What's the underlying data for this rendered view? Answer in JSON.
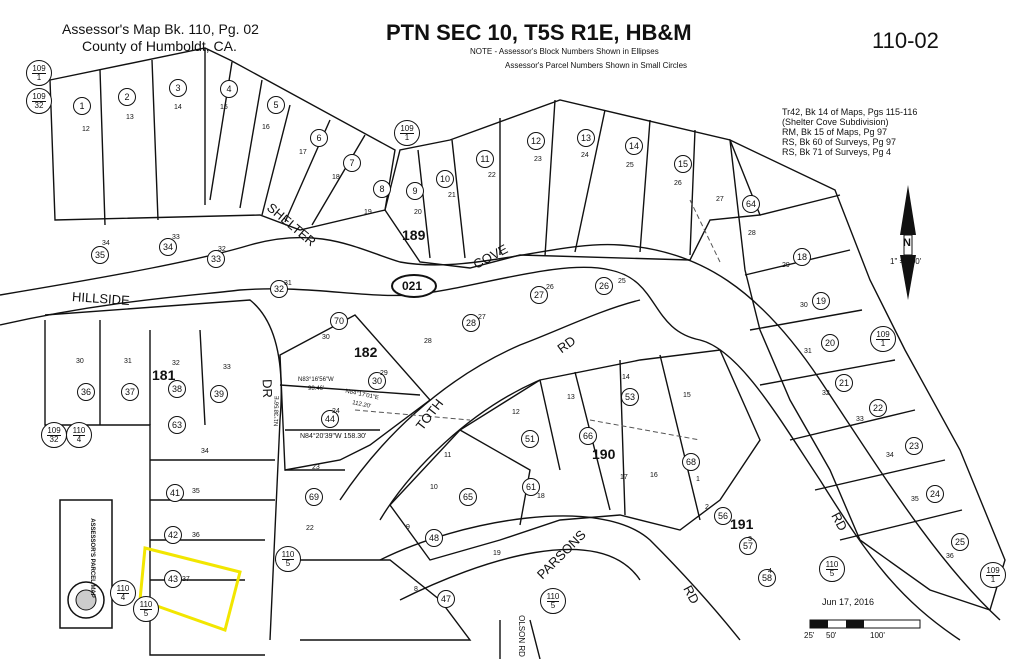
{
  "header": {
    "left_line1": "Assessor's Map Bk. 110, Pg. 02",
    "left_line2": "County of Humboldt, CA.",
    "title": "PTN SEC 10, T5S R1E, HB&M",
    "map_number": "110-02",
    "note_line1": "NOTE - Assessor's Block Numbers Shown in Ellipses",
    "note_line2": "Assessor's Parcel Numbers Shown in Small Circles"
  },
  "references": [
    "Tr42, Bk 14 of Maps, Pgs 115-116",
    "(Shelter Cove Subdivision)",
    "RM, Bk 15 of Maps, Pg 97",
    "RS, Bk 60 of Surveys, Pg 97",
    "RS, Bk 71 of Surveys, Pg 4"
  ],
  "streets": {
    "shelter": "SHELTER",
    "cove": "COVE",
    "hillside": "HILLSIDE",
    "dr": "DR",
    "toth": "TOTH",
    "rd_toth": "RD",
    "parsons": "PARSONS",
    "rd_parsons": "RD",
    "rd_east": "RD",
    "olson": "OLSON RD"
  },
  "block_ellipse": "021",
  "blocks": {
    "b189": "189",
    "b182": "182",
    "b181": "181",
    "b190": "190",
    "b191": "191"
  },
  "bearings": {
    "b1": "N83°16'56\"W",
    "b1d": "98.46'",
    "b2": "N84°17'01\"E",
    "b2d": "112.20'",
    "b3": "N84°20'39\"W 158.30'",
    "b4": "N1°38'56\"E"
  },
  "scale": {
    "north": "N",
    "ratio": "1\" = 100'",
    "s25": "25'",
    "s50": "50'",
    "s100": "100'"
  },
  "stamp": {
    "date": "Jun 17, 2016"
  },
  "legend_box": "ASSESSOR'S PARCEL MAP",
  "highlight_color": "#f2e600",
  "parcels": [
    {
      "id": "p1",
      "circle": "1",
      "lot": "12"
    },
    {
      "id": "p2",
      "circle": "2",
      "lot": "13"
    },
    {
      "id": "p3",
      "circle": "3",
      "lot": "14"
    },
    {
      "id": "p4",
      "circle": "4",
      "lot": "15"
    },
    {
      "id": "p5",
      "circle": "5",
      "lot": "16"
    },
    {
      "id": "p6",
      "circle": "6",
      "lot": "17"
    },
    {
      "id": "p7",
      "circle": "7",
      "lot": "18"
    },
    {
      "id": "p8",
      "circle": "8",
      "lot": "19"
    },
    {
      "id": "p9",
      "circle": "9",
      "lot": "20"
    },
    {
      "id": "p10",
      "circle": "10",
      "lot": "21"
    },
    {
      "id": "p11",
      "circle": "11",
      "lot": "22"
    },
    {
      "id": "p12",
      "circle": "12",
      "lot": "23"
    },
    {
      "id": "p13",
      "circle": "13",
      "lot": "24"
    },
    {
      "id": "p14",
      "circle": "14",
      "lot": "25"
    },
    {
      "id": "p15",
      "circle": "15",
      "lot": "26"
    },
    {
      "id": "p64",
      "circle": "64",
      "lot": "27"
    },
    {
      "id": "p18",
      "circle": "18",
      "lot": "29"
    },
    {
      "id": "p19",
      "circle": "19",
      "lot": "30"
    },
    {
      "id": "p20",
      "circle": "20",
      "lot": "31"
    },
    {
      "id": "p21",
      "circle": "21",
      "lot": "32"
    },
    {
      "id": "p22",
      "circle": "22",
      "lot": "33"
    },
    {
      "id": "p23",
      "circle": "23",
      "lot": "34"
    },
    {
      "id": "p24",
      "circle": "24",
      "lot": "35"
    },
    {
      "id": "p25",
      "circle": "25",
      "lot": "36"
    },
    {
      "id": "p35",
      "circle": "35",
      "lot": "34"
    },
    {
      "id": "p34",
      "circle": "34",
      "lot": "33"
    },
    {
      "id": "p33",
      "circle": "33",
      "lot": "32"
    },
    {
      "id": "p32",
      "circle": "32",
      "lot": "31"
    },
    {
      "id": "p36",
      "circle": "36",
      "lot": "30"
    },
    {
      "id": "p37",
      "circle": "37",
      "lot": "31"
    },
    {
      "id": "p38",
      "circle": "38",
      "lot": "32"
    },
    {
      "id": "p39",
      "circle": "39",
      "lot": "33"
    },
    {
      "id": "p63",
      "circle": "63",
      "lot": "34"
    },
    {
      "id": "p41",
      "circle": "41",
      "lot": "35"
    },
    {
      "id": "p42",
      "circle": "42",
      "lot": "36"
    },
    {
      "id": "p43",
      "circle": "43",
      "lot": "37"
    },
    {
      "id": "p70",
      "circle": "70",
      "lot": "30"
    },
    {
      "id": "p30",
      "circle": "30",
      "lot": "29"
    },
    {
      "id": "p44",
      "circle": "44",
      "lot": "24"
    },
    {
      "id": "p69",
      "circle": "69",
      "lot": "23"
    },
    {
      "id": "p28",
      "circle": "28",
      "lot": "27"
    },
    {
      "id": "p27",
      "circle": "27",
      "lot": "26"
    },
    {
      "id": "p26",
      "circle": "26",
      "lot": "25"
    },
    {
      "id": "p51",
      "circle": "51",
      "lot": "12"
    },
    {
      "id": "p66",
      "circle": "66",
      "lot": "13"
    },
    {
      "id": "p53",
      "circle": "53",
      "lot": "14"
    },
    {
      "id": "p61",
      "circle": "61",
      "lot": "18"
    },
    {
      "id": "p65",
      "circle": "65",
      "lot": "10"
    },
    {
      "id": "p48",
      "circle": "48",
      "lot": "9"
    },
    {
      "id": "p47",
      "circle": "47",
      "lot": "8"
    },
    {
      "id": "p68",
      "circle": "68",
      "lot": "1"
    },
    {
      "id": "p56",
      "circle": "56",
      "lot": "2"
    },
    {
      "id": "p57",
      "circle": "57",
      "lot": "3"
    },
    {
      "id": "p58",
      "circle": "58",
      "lot": "4"
    }
  ],
  "plain_lots": [
    "28",
    "28",
    "22",
    "11",
    "19",
    "17",
    "16",
    "15"
  ],
  "cross_refs": [
    {
      "id": "x1",
      "top": "109",
      "bottom": "1"
    },
    {
      "id": "x2",
      "top": "109",
      "bottom": "32"
    },
    {
      "id": "x3",
      "top": "109",
      "bottom": "1"
    },
    {
      "id": "x4",
      "top": "109",
      "bottom": "1"
    },
    {
      "id": "x5",
      "top": "109",
      "bottom": "32"
    },
    {
      "id": "x6",
      "top": "110",
      "bottom": "4"
    },
    {
      "id": "x7",
      "top": "110",
      "bottom": "4"
    },
    {
      "id": "x8",
      "top": "110",
      "bottom": "5"
    },
    {
      "id": "x9",
      "top": "110",
      "bottom": "5"
    },
    {
      "id": "x10",
      "top": "110",
      "bottom": "5"
    },
    {
      "id": "x11",
      "top": "110",
      "bottom": "5"
    },
    {
      "id": "x12",
      "top": "109",
      "bottom": "1"
    }
  ]
}
